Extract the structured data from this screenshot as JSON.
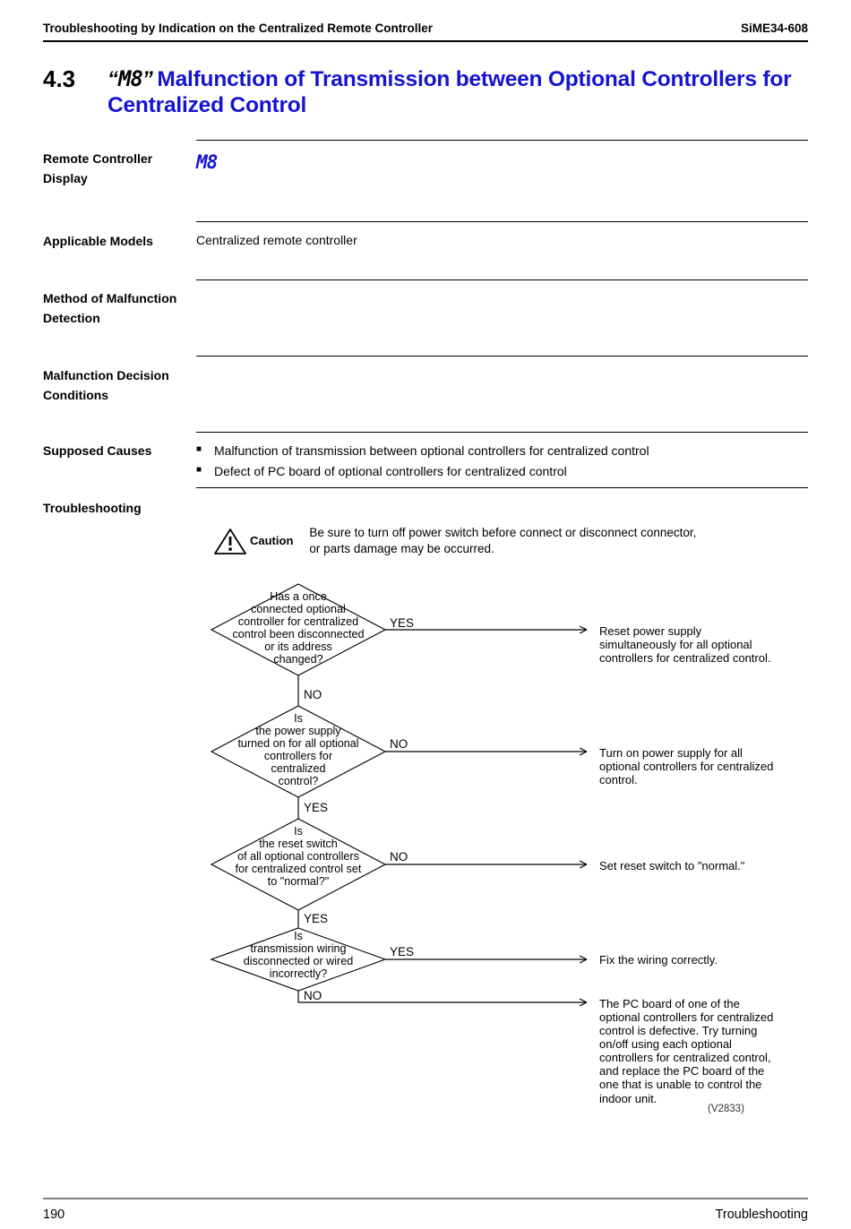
{
  "header": {
    "left": "Troubleshooting by Indication on the Centralized Remote Controller",
    "right": "SiME34-608"
  },
  "title": {
    "number": "4.3",
    "code_open_quote": "“",
    "code": "M8",
    "code_close_quote": "”",
    "text": "Malfunction of Transmission between Optional Controllers for Centralized Control",
    "accent_color": "#1414d2"
  },
  "spec_rows": [
    {
      "label": "Remote Controller Display",
      "value": "M8",
      "value_style": "lcd"
    },
    {
      "label": "Applicable Models",
      "value": "Centralized remote controller",
      "value_style": "plain"
    },
    {
      "label": "Method of Malfunction Detection",
      "value": "",
      "value_style": "plain"
    },
    {
      "label": "Malfunction Decision Conditions",
      "value": "",
      "value_style": "plain"
    },
    {
      "label": "Supposed Causes",
      "value_style": "bullets",
      "bullets": [
        "Malfunction of transmission between optional controllers for centralized control",
        "Defect of PC board of optional controllers for centralized control"
      ]
    },
    {
      "label": "Troubleshooting",
      "value": "",
      "value_style": "plain"
    }
  ],
  "caution": {
    "word": "Caution",
    "text": "Be sure to turn off power switch before connect or disconnect connector,\nor parts damage may be occurred."
  },
  "flowchart": {
    "steps": [
      {
        "question": "Has a once\nconnected optional\ncontroller for centralized\ncontrol been disconnected\nor its address\nchanged?",
        "branch_right": "YES",
        "branch_down": "NO",
        "result": "Reset power supply\nsimultaneously for all optional\ncontrollers for centralized control."
      },
      {
        "question": "Is\nthe power supply\nturned on for all optional\ncontrollers for\ncentralized\ncontrol?",
        "branch_right": "NO",
        "branch_down": "YES",
        "result": "Turn on power supply for all\noptional controllers for centralized\ncontrol."
      },
      {
        "question": "Is\nthe reset switch\nof all optional controllers\nfor centralized control set\nto \"normal?\"",
        "branch_right": "NO",
        "branch_down": "YES",
        "result": "Set reset switch to \"normal.\""
      },
      {
        "question": "Is\ntransmission wiring\ndisconnected or wired\nincorrectly?",
        "branch_right": "YES",
        "branch_down": "NO",
        "result": "Fix the wiring correctly."
      }
    ],
    "final_result": "The PC board of one of the\noptional controllers for centralized\ncontrol is defective. Try turning\non/off using each optional\ncontrollers for centralized control,\nand replace the PC board of the\none that is unable to control the\nindoor unit."
  },
  "version_code": "(V2833)",
  "footer": {
    "page_number": "190",
    "section": "Troubleshooting"
  }
}
